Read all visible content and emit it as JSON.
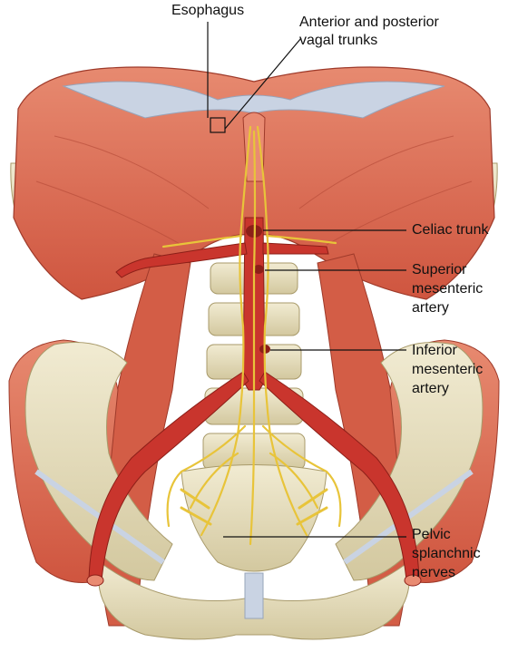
{
  "labels": {
    "esophagus": "Esophagus",
    "vagal_line1": "Anterior and posterior",
    "vagal_line2": "vagal trunks",
    "celiac": "Celiac trunk",
    "sma_line1": "Superior",
    "sma_line2": "mesenteric",
    "sma_line3": "artery",
    "ima_line1": "Inferior",
    "ima_line2": "mesenteric",
    "ima_line3": "artery",
    "pelvic_line1": "Pelvic",
    "pelvic_line2": "splanchnic",
    "pelvic_line3": "nerves"
  },
  "colors": {
    "muscle": "#d9634e",
    "muscle_light": "#e98b72",
    "tendon": "#c9d3e3",
    "bone": "#e9e2c4",
    "bone_shadow": "#bfb48c",
    "artery": "#c9352d",
    "nerve": "#e8c43a",
    "line": "#111111"
  }
}
